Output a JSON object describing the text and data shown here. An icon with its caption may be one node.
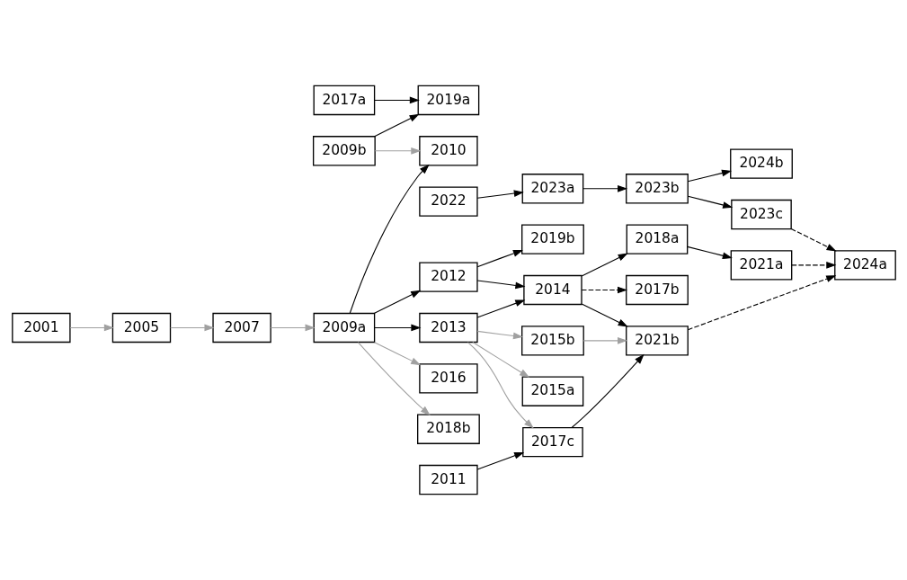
{
  "diagram": {
    "nodes": [
      {
        "text": [
          "2017a"
        ]
      },
      {
        "text": [
          "2009b"
        ]
      },
      {
        "text": [
          "2019a"
        ]
      },
      {
        "text": [
          "2001"
        ]
      },
      {
        "text": [
          "2005"
        ]
      },
      {
        "text": [
          "2007"
        ]
      },
      {
        "text": [
          "2009a"
        ]
      },
      {
        "text": [
          "2010"
        ]
      },
      {
        "text": [
          "2012"
        ]
      },
      {
        "text": [
          "2019b"
        ]
      },
      {
        "text": [
          "2018a"
        ]
      },
      {
        "text": [
          "2021a"
        ]
      },
      {
        "text": [
          "2016"
        ]
      },
      {
        "text": [
          "2018b"
        ]
      },
      {
        "text": [
          "2013"
        ]
      },
      {
        "text": [
          "2014"
        ]
      },
      {
        "text": [
          "2021b"
        ]
      },
      {
        "text": [
          "2015a"
        ]
      },
      {
        "text": [
          "2015b"
        ]
      },
      {
        "text": [
          "2017b"
        ]
      },
      {
        "text": [
          "2017c"
        ]
      },
      {
        "text": [
          "2011"
        ]
      },
      {
        "text": [
          "2022"
        ]
      },
      {
        "text": [
          "2023a"
        ]
      },
      {
        "text": [
          "2023b"
        ]
      },
      {
        "text": [
          "2023c"
        ]
      },
      {
        "text": [
          "2024a"
        ]
      },
      {
        "text": [
          "2024b"
        ]
      }
    ],
    "edges": [
      {
        "from": 0,
        "to": 2,
        "arrow": "to"
      },
      {
        "from": 1,
        "to": 2,
        "arrow": "to"
      },
      {
        "from": 1,
        "to": 7,
        "arrow": "to",
        "color": "#a0a0a0"
      },
      {
        "from": 3,
        "to": 4,
        "arrow": "to",
        "color": "#a0a0a0"
      },
      {
        "from": 4,
        "to": 5,
        "arrow": "to",
        "color": "#a0a0a0"
      },
      {
        "from": 5,
        "to": 6,
        "arrow": "to",
        "color": "#a0a0a0"
      },
      {
        "from": 6,
        "to": 7,
        "arrow": "to"
      },
      {
        "from": 6,
        "to": 8,
        "arrow": "to"
      },
      {
        "from": 6,
        "to": 14,
        "arrow": "to"
      },
      {
        "from": 6,
        "to": 12,
        "arrow": "to",
        "color": "#a0a0a0"
      },
      {
        "from": 6,
        "to": 13,
        "arrow": "to",
        "color": "#a0a0a0"
      },
      {
        "from": 8,
        "to": 9,
        "arrow": "to"
      },
      {
        "from": 8,
        "to": 15,
        "arrow": "to"
      },
      {
        "from": 15,
        "to": 10,
        "arrow": "to"
      },
      {
        "from": 10,
        "to": 11,
        "arrow": "to"
      },
      {
        "from": 11,
        "to": 26,
        "arrow": "to",
        "style": "dashed"
      },
      {
        "from": 14,
        "to": 15,
        "arrow": "to"
      },
      {
        "from": 15,
        "to": 16,
        "arrow": "to"
      },
      {
        "from": 15,
        "to": 19,
        "arrow": "to",
        "style": "dashed"
      },
      {
        "from": 14,
        "to": 17,
        "arrow": "to",
        "color": "#a0a0a0"
      },
      {
        "from": 14,
        "to": 18,
        "arrow": "to",
        "color": "#a0a0a0"
      },
      {
        "from": 14,
        "to": 20,
        "arrow": "to",
        "color": "#a0a0a0"
      },
      {
        "from": 18,
        "to": 16,
        "arrow": "to",
        "color": "#a0a0a0"
      },
      {
        "from": 20,
        "to": 16,
        "arrow": "to"
      },
      {
        "from": 21,
        "to": 20,
        "arrow": "to"
      },
      {
        "from": 16,
        "to": 26,
        "arrow": "to",
        "style": "dashed"
      },
      {
        "from": 22,
        "to": 23,
        "arrow": "to"
      },
      {
        "from": 23,
        "to": 24,
        "arrow": "to"
      },
      {
        "from": 24,
        "to": 25,
        "arrow": "to"
      },
      {
        "from": 24,
        "to": 27,
        "arrow": "to"
      },
      {
        "from": 25,
        "to": 26,
        "arrow": "to",
        "style": "dashed"
      }
    ]
  }
}
